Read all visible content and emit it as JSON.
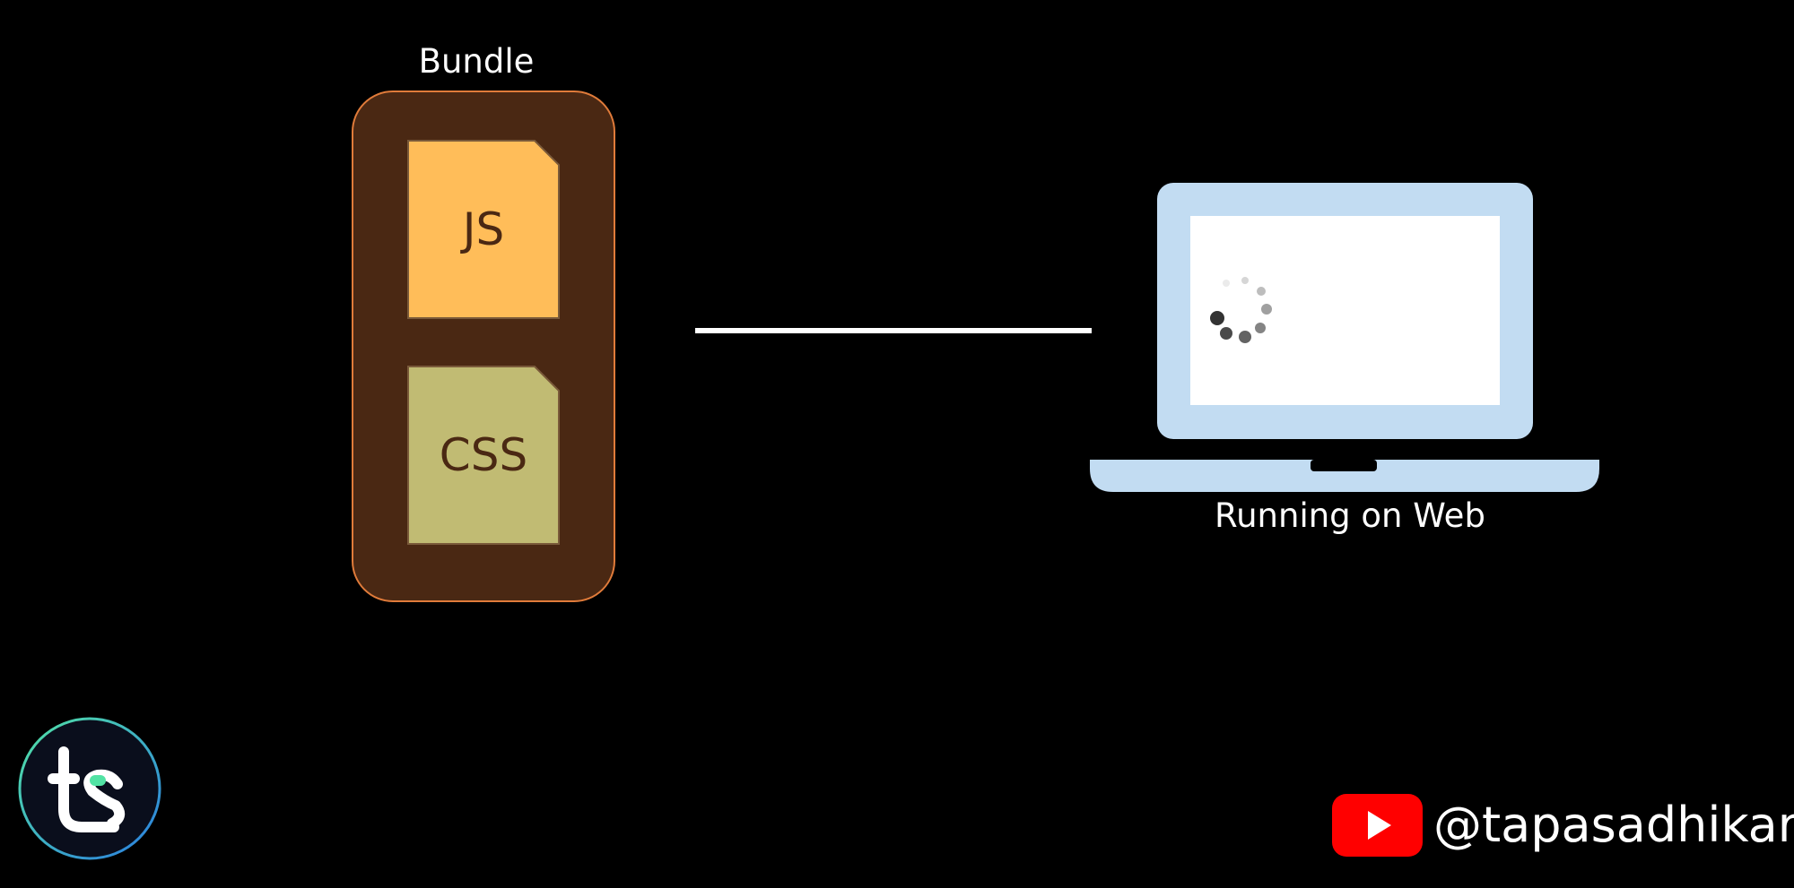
{
  "bundle": {
    "title": "Bundle",
    "files": [
      {
        "label": "JS",
        "color": "#ffbd59"
      },
      {
        "label": "CSS",
        "color": "#c1bb73"
      }
    ],
    "container_fill": "#4a2813",
    "container_border": "#e07b3a"
  },
  "laptop": {
    "caption": "Running on Web",
    "body_color": "#c2dcf2",
    "screen_color": "#ffffff",
    "screen_content": "loading-spinner-icon"
  },
  "branding": {
    "logo_icon": "ts-channel-logo-icon",
    "platform_icon": "youtube-icon",
    "handle": "@tapasadhikary"
  }
}
